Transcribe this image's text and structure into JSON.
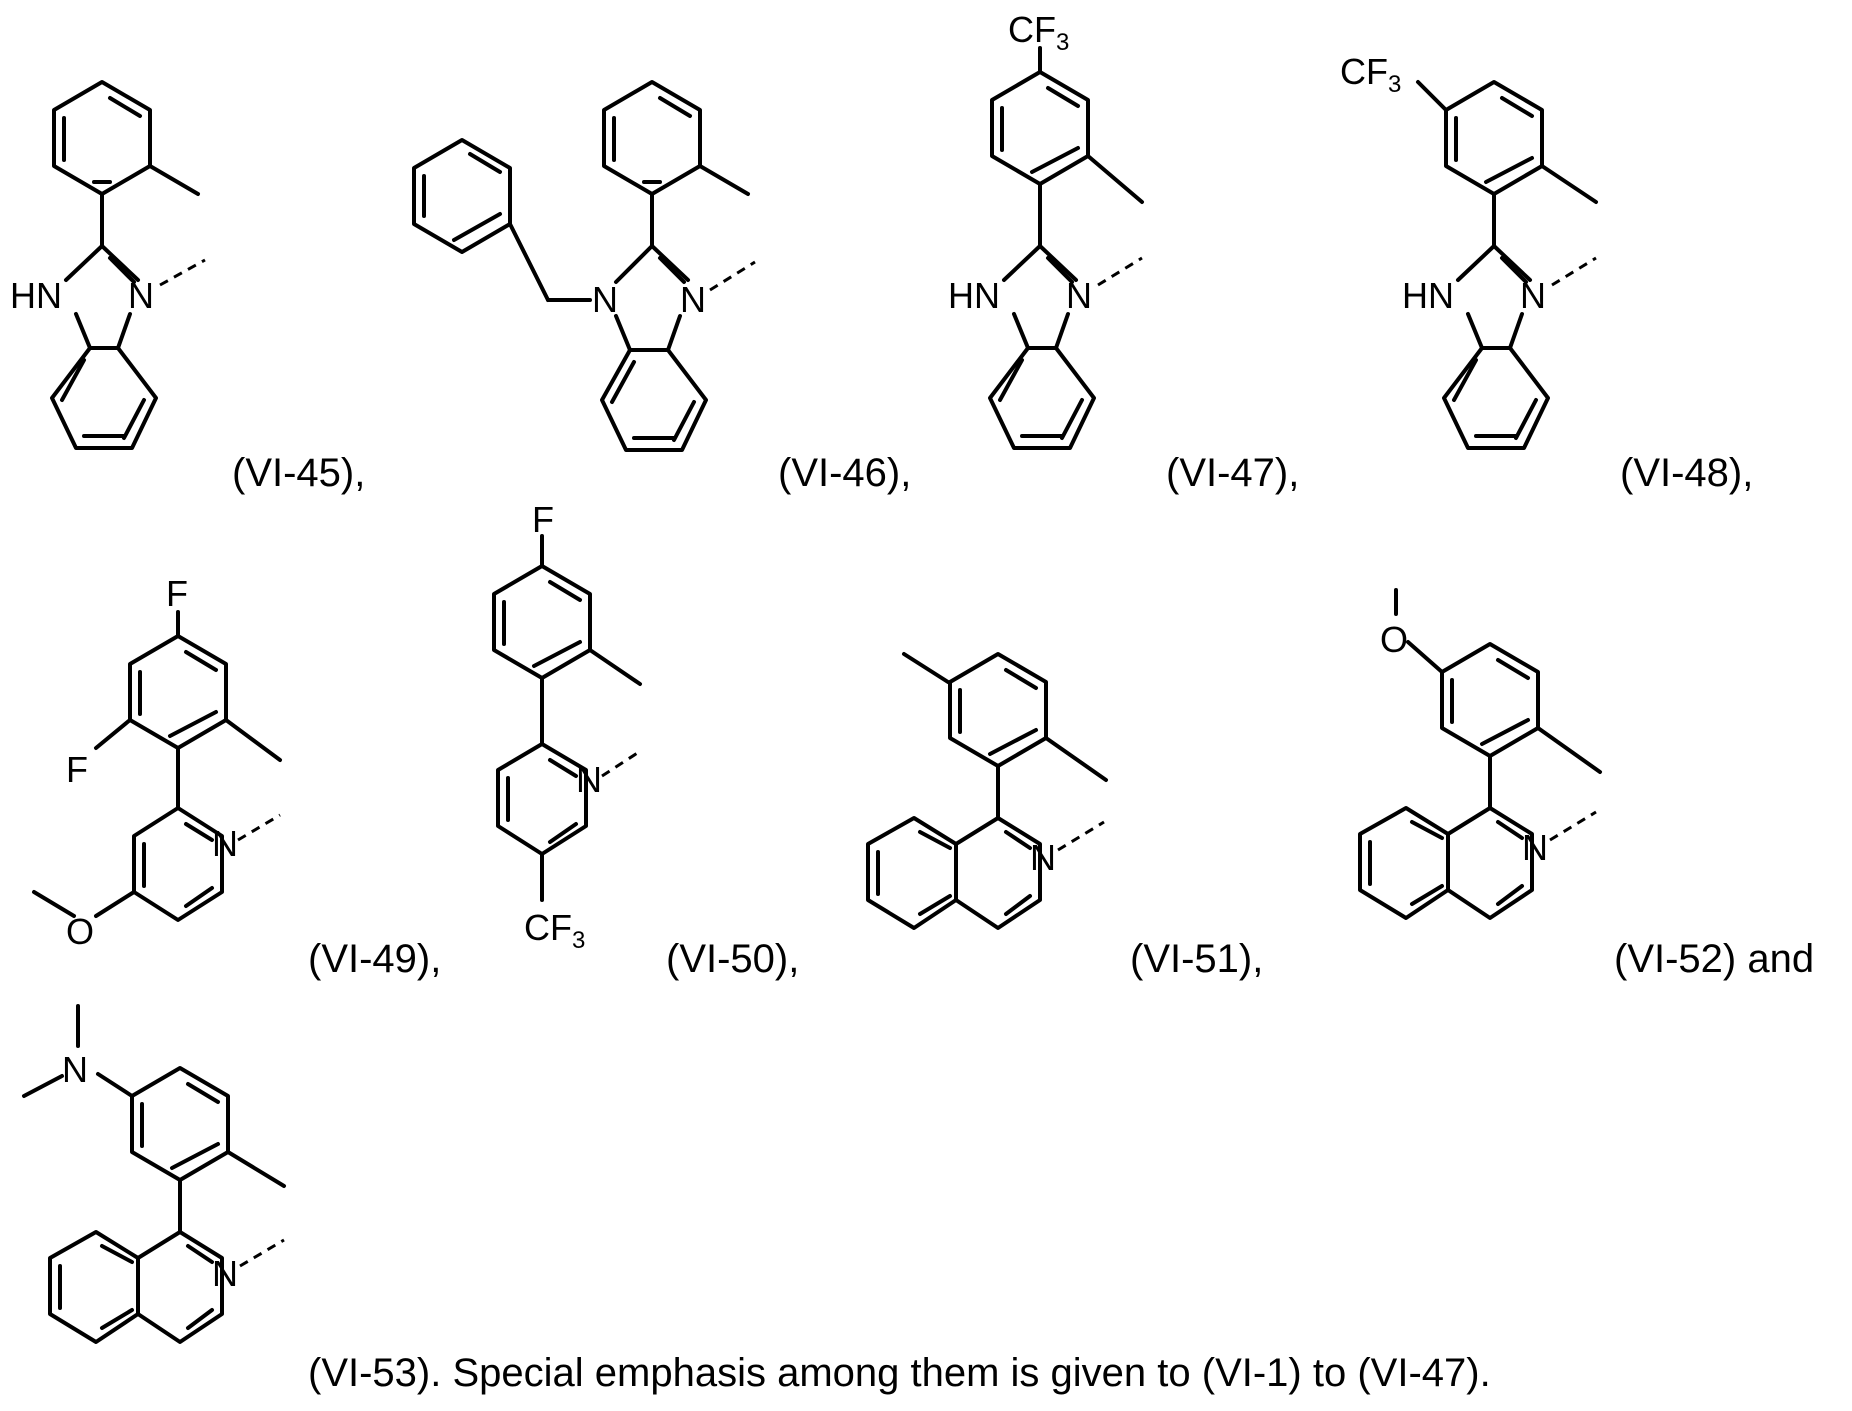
{
  "compounds": [
    {
      "id": "VI-45",
      "label": "(VI-45),"
    },
    {
      "id": "VI-46",
      "label": "(VI-46),"
    },
    {
      "id": "VI-47",
      "label": "(VI-47),"
    },
    {
      "id": "VI-48",
      "label": "(VI-48),"
    },
    {
      "id": "VI-49",
      "label": "(VI-49),"
    },
    {
      "id": "VI-50",
      "label": "(VI-50),"
    },
    {
      "id": "VI-51",
      "label": "(VI-51),"
    },
    {
      "id": "VI-52",
      "label": "(VI-52) and"
    },
    {
      "id": "VI-53",
      "label": "(VI-53). Special emphasis among them is given to (VI-1) to (VI-47)."
    }
  ],
  "atoms": {
    "HN": "HN",
    "N": "N",
    "CF": "CF",
    "three": "3",
    "F": "F",
    "O": "O"
  }
}
